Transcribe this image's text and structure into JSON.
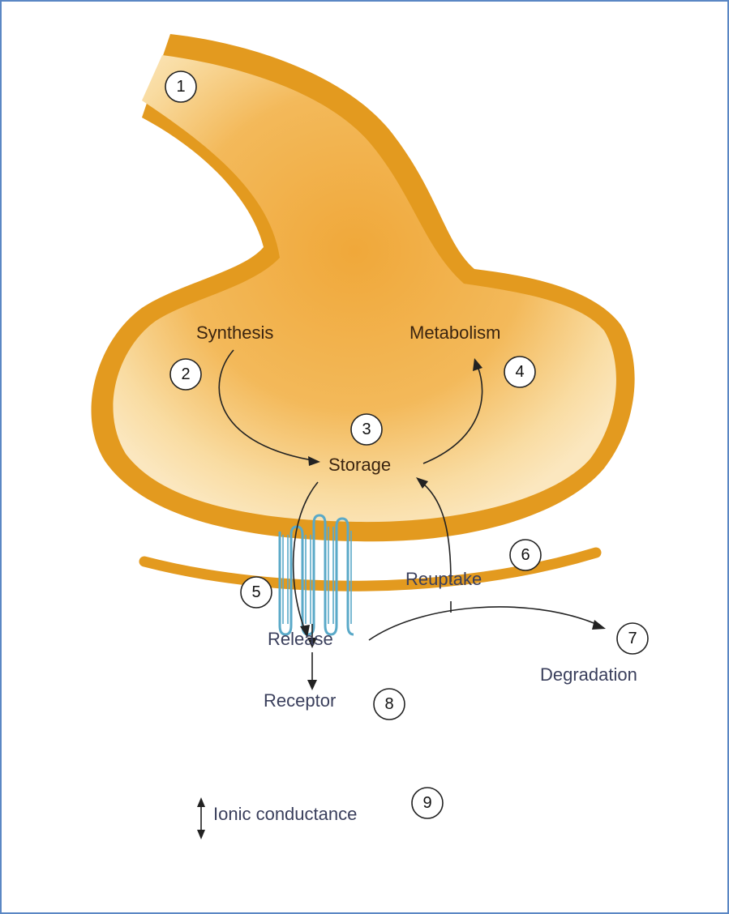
{
  "diagram": {
    "steps": [
      {
        "number": "1"
      },
      {
        "number": "2",
        "label": "Synthesis"
      },
      {
        "number": "3",
        "label": "Storage"
      },
      {
        "number": "4",
        "label": "Metabolism"
      },
      {
        "number": "5",
        "label": "Release"
      },
      {
        "number": "6",
        "label": "Reuptake"
      },
      {
        "number": "7",
        "label": "Degradation"
      },
      {
        "number": "8",
        "label": "Receptor"
      },
      {
        "number": "9",
        "label": "Ionic conductance"
      }
    ],
    "colors": {
      "terminal_outer": "#e39a1f",
      "terminal_inner_light": "#fbe3b0",
      "terminal_mid": "#f1b451",
      "receptor": "#5aa9c8",
      "frame": "#5b87c4"
    }
  }
}
